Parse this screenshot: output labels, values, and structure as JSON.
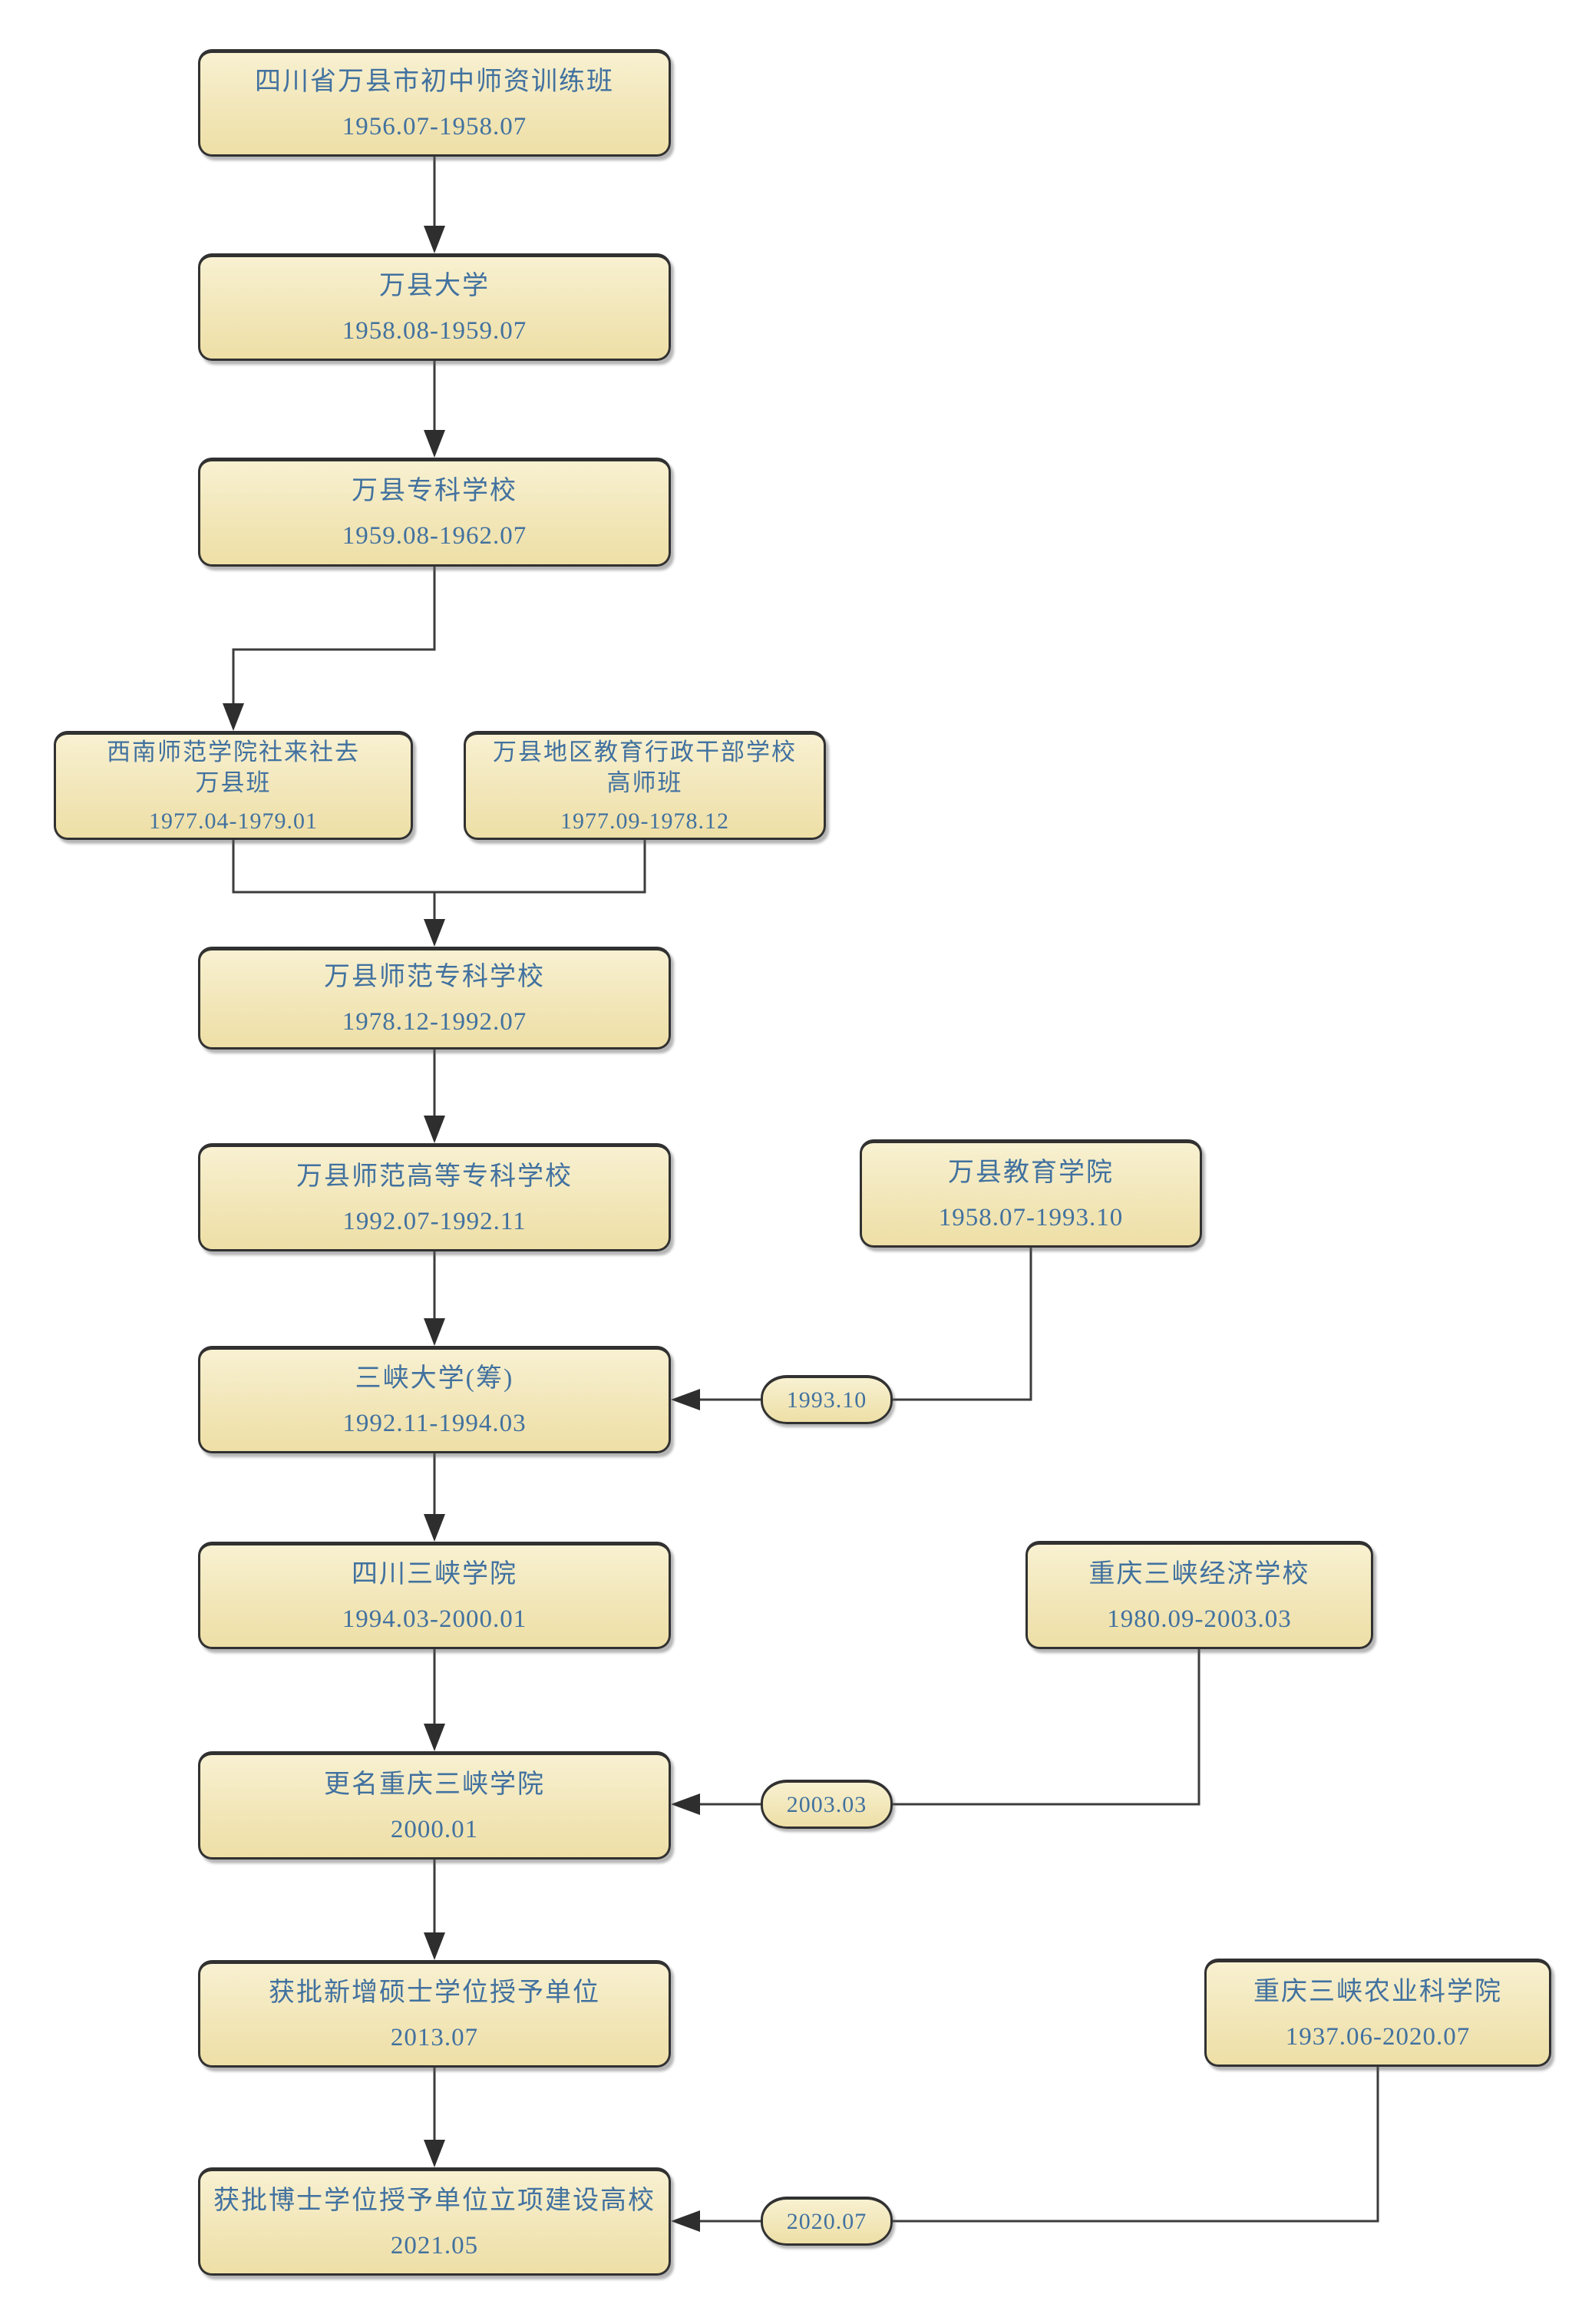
{
  "diagram": {
    "background_color": "#ffffff",
    "node_fill_color": "#f3e8bd",
    "node_border_color": "#313131",
    "text_color": "#41719f",
    "connector_color": "#3c3c3c",
    "nodes": {
      "n1": {
        "name": "四川省万县市初中师资训练班",
        "period": "1956.07-1958.07"
      },
      "n2": {
        "name": "万县大学",
        "period": "1958.08-1959.07"
      },
      "n3": {
        "name": "万县专科学校",
        "period": "1959.08-1962.07"
      },
      "n4a": {
        "name": "西南师范学院社来社去",
        "name2": "万县班",
        "period": "1977.04-1979.01"
      },
      "n4b": {
        "name": "万县地区教育行政干部学校",
        "name2": "高师班",
        "period": "1977.09-1978.12"
      },
      "n5": {
        "name": "万县师范专科学校",
        "period": "1978.12-1992.07"
      },
      "n6": {
        "name": "万县师范高等专科学校",
        "period": "1992.07-1992.11"
      },
      "na": {
        "name": "万县教育学院",
        "period": "1958.07-1993.10"
      },
      "n7": {
        "name": "三峡大学(筹)",
        "period": "1992.11-1994.03"
      },
      "n8": {
        "name": "四川三峡学院",
        "period": "1994.03-2000.01"
      },
      "nb": {
        "name": "重庆三峡经济学校",
        "period": "1980.09-2003.03"
      },
      "n9": {
        "name": "更名重庆三峡学院",
        "period": "2000.01"
      },
      "n10": {
        "name": "获批新增硕士学位授予单位",
        "period": "2013.07"
      },
      "nc": {
        "name": "重庆三峡农业科学院",
        "period": "1937.06-2020.07"
      },
      "n11": {
        "name": "获批博士学位授予单位立项建设高校",
        "period": "2021.05"
      }
    },
    "badges": {
      "b1": {
        "label": "1993.10"
      },
      "b2": {
        "label": "2003.03"
      },
      "b3": {
        "label": "2020.07"
      }
    }
  }
}
